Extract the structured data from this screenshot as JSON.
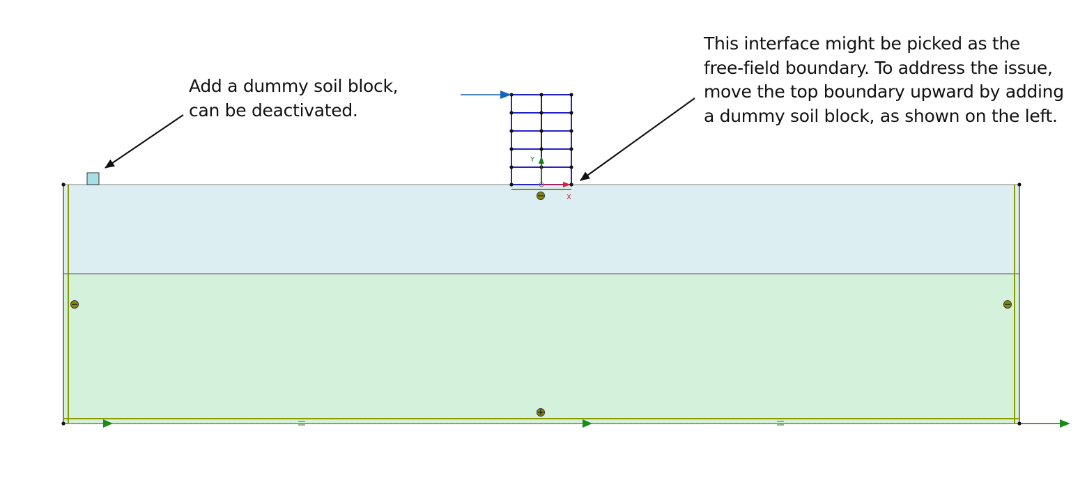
{
  "annotations": {
    "left": {
      "lines": [
        "Add a dummy soil block,",
        "can be deactivated."
      ]
    },
    "right": {
      "lines": [
        "This interface might be picked as the",
        "free-field boundary. To address the issue,",
        "move the top boundary upward by adding",
        "a dummy soil block, as shown on the left."
      ]
    }
  },
  "axes": {
    "x_label": "X",
    "y_label": "Y"
  },
  "colors": {
    "upper_layer": "#ddeef2",
    "lower_layer": "#d4f1dc",
    "dummy_block": "#a6e0e6",
    "structure": "#2222cc",
    "boundary": "#6b8e00",
    "interface_line": "#8a8a00",
    "arrow_green": "#1a8a1a",
    "load_arrow": "#1565c0",
    "x_axis": "#cc2244",
    "y_axis": "#1a7a1a"
  },
  "icons": [
    "minus-circle-icon",
    "plus-circle-icon",
    "equal-sign-icon",
    "axis-arrow-icon",
    "load-arrow-icon"
  ]
}
